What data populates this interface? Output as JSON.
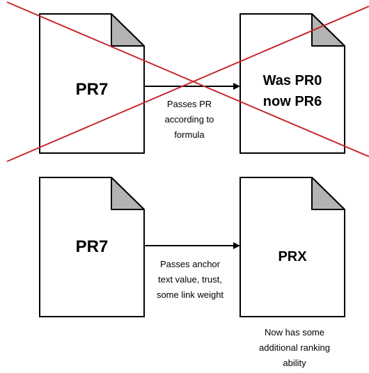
{
  "top_row": {
    "source_label": "PR7",
    "target_label_line1": "Was PR0",
    "target_label_line2": "now PR6",
    "caption_line1": "Passes PR",
    "caption_line2": "according to",
    "caption_line3": "formula",
    "crossed_out": true,
    "cross_color": "#c8282e"
  },
  "bottom_row": {
    "source_label": "PR7",
    "target_label": "PRX",
    "caption_line1": "Passes anchor",
    "caption_line2": "text value, trust,",
    "caption_line3": "some link weight",
    "note_line1": "Now has some",
    "note_line2": "additional ranking",
    "note_line3": "ability"
  },
  "colors": {
    "page_stroke": "#000000",
    "fold_fill": "#b3b3b3",
    "arrow": "#000000"
  }
}
